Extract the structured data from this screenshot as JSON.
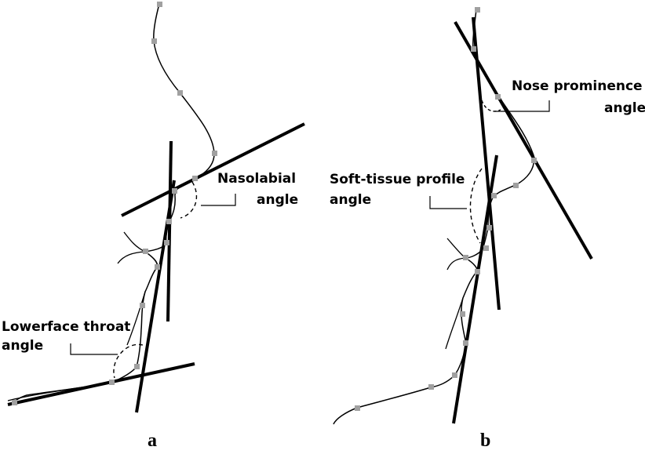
{
  "panels": {
    "a": {
      "letter": "a",
      "nasolabial_line1": "Nasolabial",
      "nasolabial_line2": "angle",
      "lowerface_line1": "Lowerface throat",
      "lowerface_line2": "angle"
    },
    "b": {
      "letter": "b",
      "nose_line1": "Nose prominence",
      "nose_line2": "angle",
      "softtissue_line1": "Soft-tissue profile",
      "softtissue_line2": "angle"
    }
  },
  "colors": {
    "line": "#000000",
    "landmark": "#a0a0a0"
  }
}
